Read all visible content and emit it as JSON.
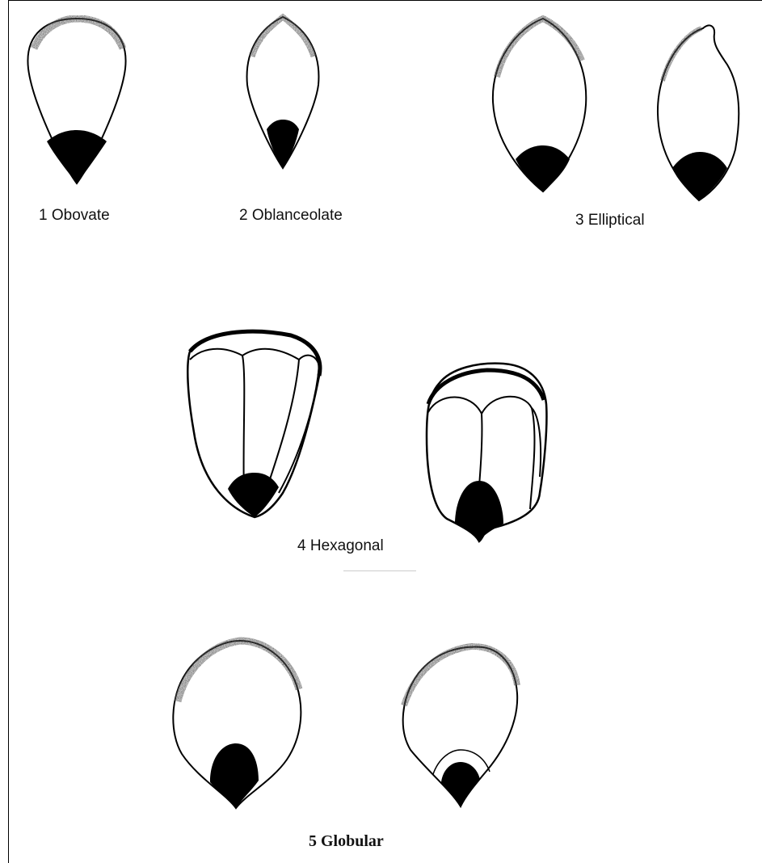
{
  "colors": {
    "outline": "#000000",
    "stipple": "#555555",
    "background": "#ffffff"
  },
  "labels": {
    "obovate": "1 Obovate",
    "oblanceolate": "2 Oblanceolate",
    "elliptical": "3 Elliptical",
    "hexagonal": "4 Hexagonal",
    "globular": "5 Globular"
  }
}
